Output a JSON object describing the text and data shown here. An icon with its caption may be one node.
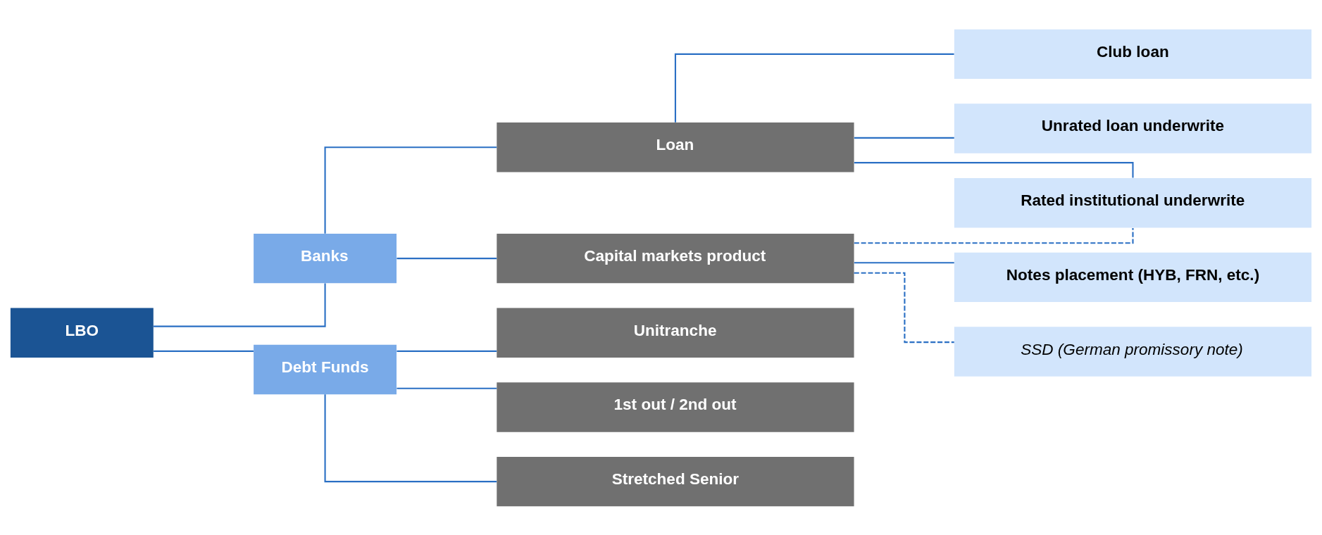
{
  "diagram": {
    "nodes": [
      {
        "text": [
          "LBO"
        ]
      },
      {
        "text": [
          "Banks"
        ]
      },
      {
        "text": [
          "Debt Funds"
        ]
      },
      {
        "text": [
          "Loan"
        ]
      },
      {
        "text": [
          "Capital markets product"
        ]
      },
      {
        "text": [
          "Club loan"
        ]
      },
      {
        "text": [
          "Unrated loan underwrite"
        ]
      },
      {
        "text": [
          "Rated institutional underwrite"
        ]
      },
      {
        "text": [
          "Notes placement (HYB, FRN, etc.)"
        ]
      },
      {
        "text": [
          "SSD (German promissory note)"
        ]
      },
      {
        "text": [
          "Unitranche"
        ]
      },
      {
        "text": [
          "1st out / 2nd out"
        ]
      },
      {
        "text": [
          "Stretched Senior"
        ]
      }
    ],
    "edges": [
      {
        "from": 0,
        "to": 1,
        "arrow": "none"
      },
      {
        "from": 0,
        "to": 2,
        "arrow": "none"
      },
      {
        "from": 1,
        "to": 3,
        "arrow": "none"
      },
      {
        "from": 1,
        "to": 4,
        "arrow": "none"
      },
      {
        "from": 3,
        "to": 5,
        "arrow": "none"
      },
      {
        "from": 3,
        "to": 6,
        "arrow": "none"
      },
      {
        "from": 3,
        "to": 7,
        "arrow": "none"
      },
      {
        "from": 4,
        "to": 7,
        "arrow": "none",
        "style": "dashed"
      },
      {
        "from": 4,
        "to": 8,
        "arrow": "none"
      },
      {
        "from": 4,
        "to": 9,
        "arrow": "none",
        "style": "dashed"
      },
      {
        "from": 2,
        "to": 10,
        "arrow": "none"
      },
      {
        "from": 2,
        "to": 11,
        "arrow": "none"
      },
      {
        "from": 2,
        "to": 12,
        "arrow": "none"
      }
    ]
  }
}
